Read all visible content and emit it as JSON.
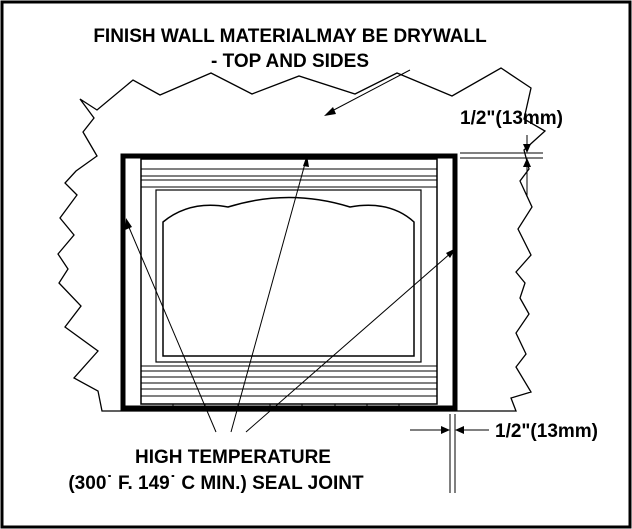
{
  "labels": {
    "finish_wall_line1": "FINISH WALL MATERIALMAY BE DRYWALL",
    "finish_wall_line2": "- TOP AND SIDES",
    "top_clearance": "1/2\"(13mm)",
    "side_clearance": "1/2\"(13mm)",
    "seal_joint_line1": "HIGH TEMPERATURE",
    "seal_joint_line2": "(300˙ F. 149˙ C MIN.) SEAL JOINT"
  },
  "colors": {
    "ink": "#000000",
    "background": "#ffffff"
  }
}
